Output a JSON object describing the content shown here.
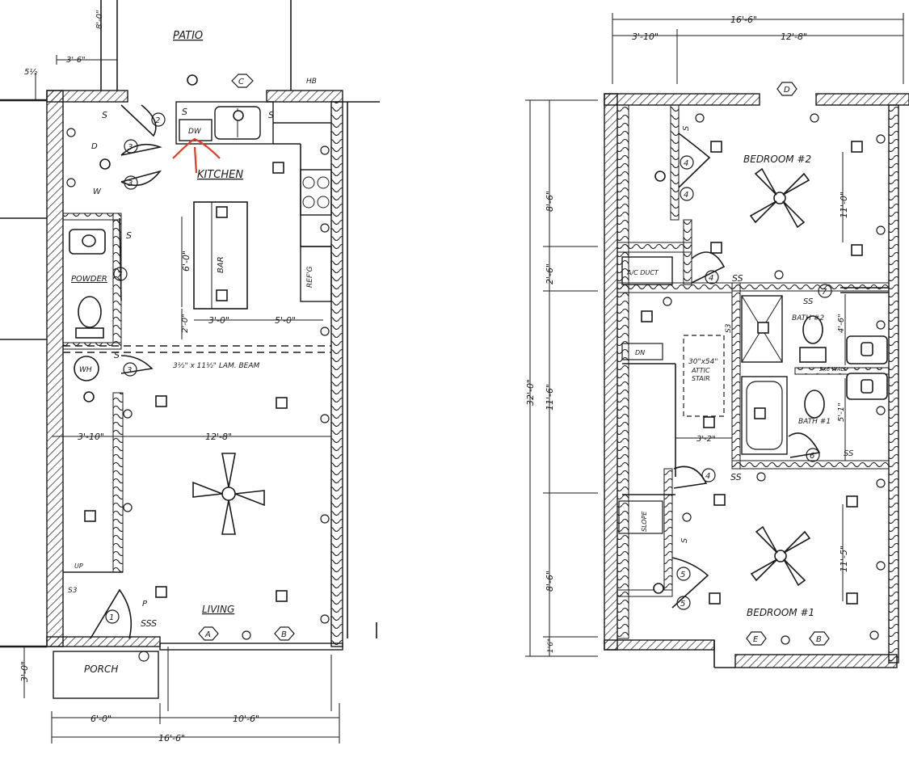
{
  "colors": {
    "ink": "#1a1a1a",
    "accent": "#e23c26"
  },
  "first_floor": {
    "rooms": {
      "patio": "PATIO",
      "kitchen": "KITCHEN",
      "powder": "POWDER",
      "living": "LIVING",
      "porch": "PORCH",
      "bar": "BAR",
      "ref": "REF'G"
    },
    "fixtures": {
      "dw": "DW",
      "wh": "WH",
      "d": "D",
      "w": "W",
      "up": "UP",
      "p": "P",
      "hb": "HB",
      "sss": "SSS",
      "s3": "S3"
    },
    "switches": {
      "s": "S"
    },
    "beam": "3½\" x 11½\" LAM. BEAM",
    "dims": {
      "top_8_0": "8'-0\"",
      "top_3_6": "3'-6\"",
      "top_5_5": "5½",
      "bar_6_0": "6'-0\"",
      "bar_2_0": "2'-0\"",
      "bar_3_0": "3'-0\"",
      "bar_5_0": "5'-0\"",
      "liv_3_10": "3'-10\"",
      "liv_12_8": "12'-8\"",
      "porch_3_0": "3'-0\"",
      "bot_6_0": "6'-0\"",
      "bot_10_6": "10'-6\"",
      "bot_16_6": "16'-6\""
    },
    "tags": {
      "c": "C",
      "a": "A",
      "b": "B"
    },
    "door_nums": {
      "n1": "1",
      "n2": "2",
      "n3a": "3",
      "n3b": "3",
      "n3c": "3",
      "n7": "7"
    }
  },
  "second_floor": {
    "rooms": {
      "bed2": "BEDROOM #2",
      "bed1": "BEDROOM #1",
      "bath2": "BATH #2",
      "bath1": "BATH #1",
      "ac": "A/C DUCT",
      "dn": "DN",
      "slope": "SLOPE",
      "attic": "30\"x54\"",
      "attic2": "ATTIC",
      "attic3": "STAIR",
      "gwall": "2x6 WALL"
    },
    "switches": {
      "s": "S",
      "ss": "SS",
      "s3": "S3"
    },
    "dims": {
      "top_16_6": "16'-6\"",
      "top_3_10": "3'-10\"",
      "top_12_8": "12'-8\"",
      "side_8_6a": "8'-6\"",
      "side_2_6": "2'-6\"",
      "side_32_0": "32'-0\"",
      "side_11_6": "11'-6\"",
      "side_8_6b": "8'-6\"",
      "side_1_6": "1'6\"",
      "bed2_11_0": "11'-0\"",
      "bed1_11_5": "11'-5\"",
      "bath_4_6": "4'-6\"",
      "bath_5_1": "5'-1\"",
      "stair_3_2": "3'-2\""
    },
    "tags": {
      "d": "D",
      "e": "E",
      "b": "B"
    },
    "door_nums": {
      "n4a": "4",
      "n4b": "4",
      "n4c": "4",
      "n4d": "4",
      "n5a": "5",
      "n5b": "5",
      "n6": "6",
      "n7": "7"
    }
  }
}
